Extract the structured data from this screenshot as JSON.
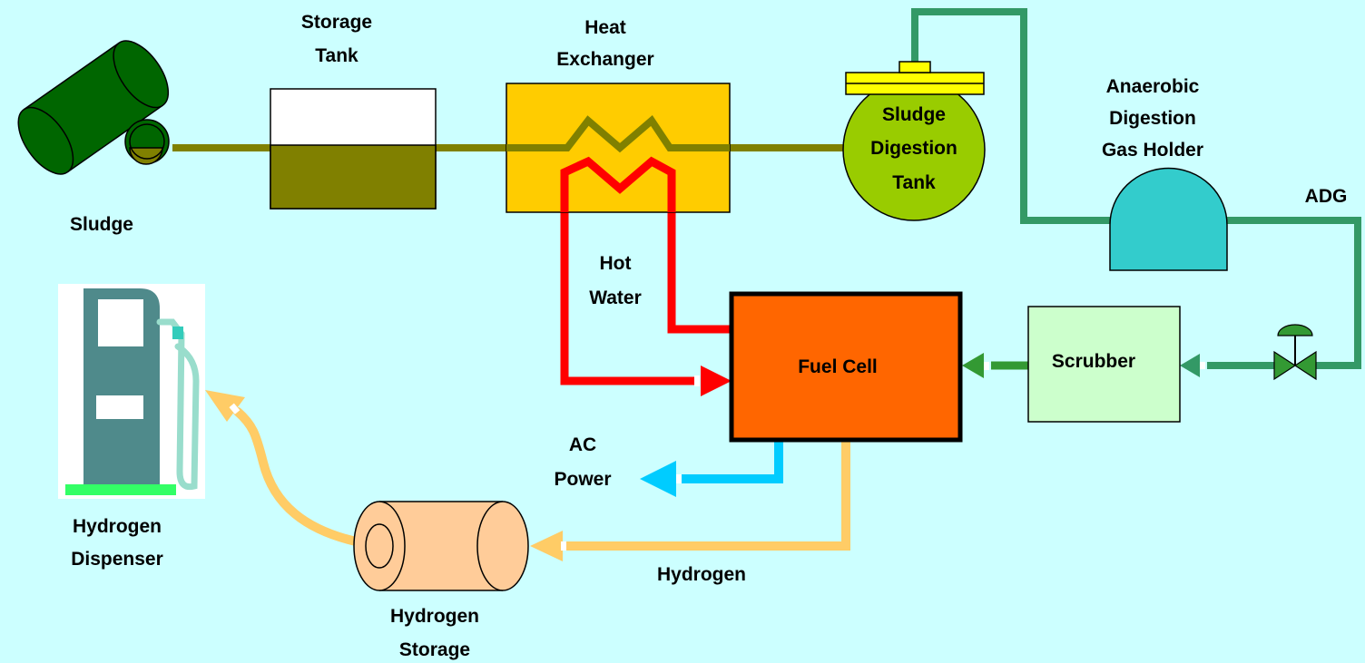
{
  "labels": {
    "sludge": "Sludge",
    "storage_tank": [
      "Storage",
      "Tank"
    ],
    "heat_exchanger": [
      "Heat",
      "Exchanger"
    ],
    "sludge_digestion_tank": [
      "Sludge",
      "Digestion",
      "Tank"
    ],
    "gas_holder": [
      "Anaerobic",
      "Digestion",
      "Gas Holder"
    ],
    "adg": "ADG",
    "hot_water": [
      "Hot",
      "Water"
    ],
    "fuel_cell": "Fuel Cell",
    "scrubber": "Scrubber",
    "ac_power": [
      "AC",
      "Power"
    ],
    "hydrogen": "Hydrogen",
    "hydrogen_storage": [
      "Hydrogen",
      "Storage"
    ],
    "hydrogen_dispenser": [
      "Hydrogen",
      "Dispenser"
    ]
  },
  "colors": {
    "background": "#ccffff",
    "sludge_pipe": "#808000",
    "sludge_drum": "#006600",
    "heat_exchanger": "#ffcc00",
    "digestion_tank": "#99cc00",
    "gas_pipe": "#339966",
    "gas_holder": "#33cccc",
    "hot_water": "#ff0000",
    "fuel_cell": "#ff6600",
    "scrubber": "#ccffcc",
    "scrubber_arrow": "#339933",
    "ac_power": "#00ccff",
    "hydrogen": "#ffcc66",
    "hydrogen_storage": "#ffcc99",
    "dispenser_body": "#4f8a8b",
    "dispenser_base": "#33ff66"
  }
}
